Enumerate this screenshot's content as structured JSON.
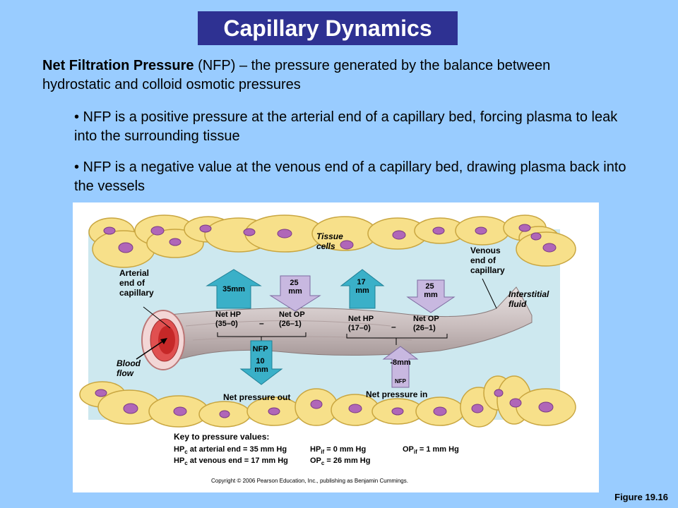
{
  "title": "Capillary Dynamics",
  "intro": {
    "term": "Net Filtration Pressure",
    "rest": " (NFP) – the pressure generated by the balance between hydrostatic and colloid osmotic pressures"
  },
  "bullets": [
    "• NFP is a positive pressure at the arterial end of a capillary bed, forcing plasma to leak into the surrounding tissue",
    "• NFP is a negative value at the venous end of a capillary bed, drawing plasma back into the vessels"
  ],
  "diagram": {
    "tissue_cells_label": [
      "Tissue",
      "cells"
    ],
    "arterial_label": [
      "Arterial",
      "end of",
      "capillary"
    ],
    "venous_label": [
      "Venous",
      "end of",
      "capillary"
    ],
    "interstitial_label": [
      "Interstitial",
      "fluid"
    ],
    "blood_flow_label": [
      "Blood",
      "flow"
    ],
    "arterial_hp_arrow": "35mm",
    "arterial_op_arrow": [
      "25",
      "mm"
    ],
    "venous_hp_arrow": [
      "17",
      "mm"
    ],
    "venous_op_arrow": [
      "25",
      "mm"
    ],
    "arterial_net_hp": [
      "Net HP",
      "(35–0)"
    ],
    "arterial_net_op": [
      "Net OP",
      "(26–1)"
    ],
    "venous_net_hp": [
      "Net HP",
      "(17–0)"
    ],
    "venous_net_op": [
      "Net OP",
      "(26–1)"
    ],
    "minus": "–",
    "nfp_out_arrow": [
      "NFP",
      "10",
      "mm"
    ],
    "nfp_in_arrow": [
      "-8mm",
      "NFP"
    ],
    "net_out_label": "Net pressure out",
    "net_in_label": "Net pressure in",
    "key": {
      "heading": "Key to pressure values:",
      "row1": [
        "HP",
        "c",
        " at arterial end = 35 mm Hg",
        "HP",
        "if",
        " = 0 mm Hg",
        "OP",
        "if",
        " = 1 mm Hg"
      ],
      "row2": [
        "HP",
        "c",
        " at venous end = 17 mm Hg",
        "OP",
        "c",
        " = 26 mm Hg"
      ]
    },
    "copyright": "Copyright © 2006 Pearson Education, Inc., publishing as Benjamin Cummings."
  },
  "figure_caption": "Figure 19.16",
  "colors": {
    "background": "#99ccff",
    "title_bg": "#2e3192",
    "interstitial": "#cde8ef",
    "cell_fill": "#f7e08a",
    "nucleus": "#b066b8",
    "capillary": "#c9bfbf",
    "arrow_teal": "#3ab0c8",
    "arrow_lavender": "#c8b8e0"
  }
}
